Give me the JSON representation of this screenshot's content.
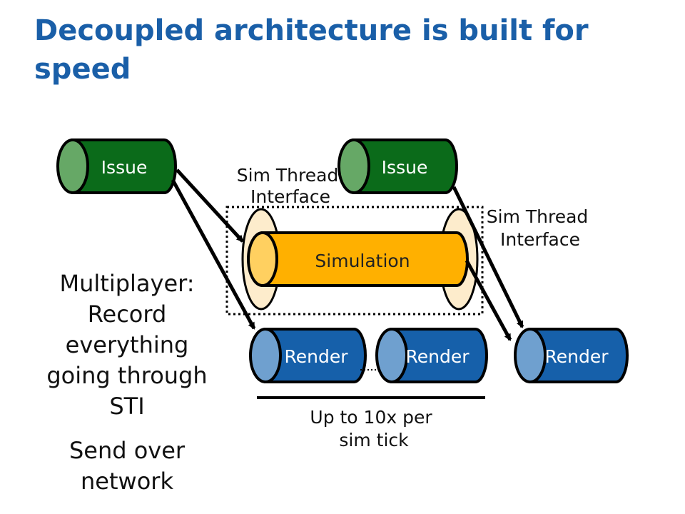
{
  "slide": {
    "title": "Decoupled architecture is built for speed"
  },
  "diagram": {
    "issue_left": "Issue",
    "issue_right": "Issue",
    "simulation": "Simulation",
    "render_1": "Render",
    "render_2": "Render",
    "render_3": "Render",
    "sti_left_line1": "Sim Thread",
    "sti_left_line2": "Interface",
    "sti_right_line1": "Sim Thread",
    "sti_right_line2": "Interface",
    "rate_line1": "Up to 10x per",
    "rate_line2": "sim tick"
  },
  "notes": {
    "multiplayer": "Multiplayer: Record everything going through STI",
    "send": "Send over network"
  },
  "colors": {
    "title": "#1a5fa8",
    "issue_body": "#0b6b1a",
    "issue_cap": "#66a866",
    "sim_body": "#ffb000",
    "sim_cap": "#ffd060",
    "sti_ring": "#fdeccc",
    "render_body": "#1660aa",
    "render_cap": "#6fa0cf"
  }
}
